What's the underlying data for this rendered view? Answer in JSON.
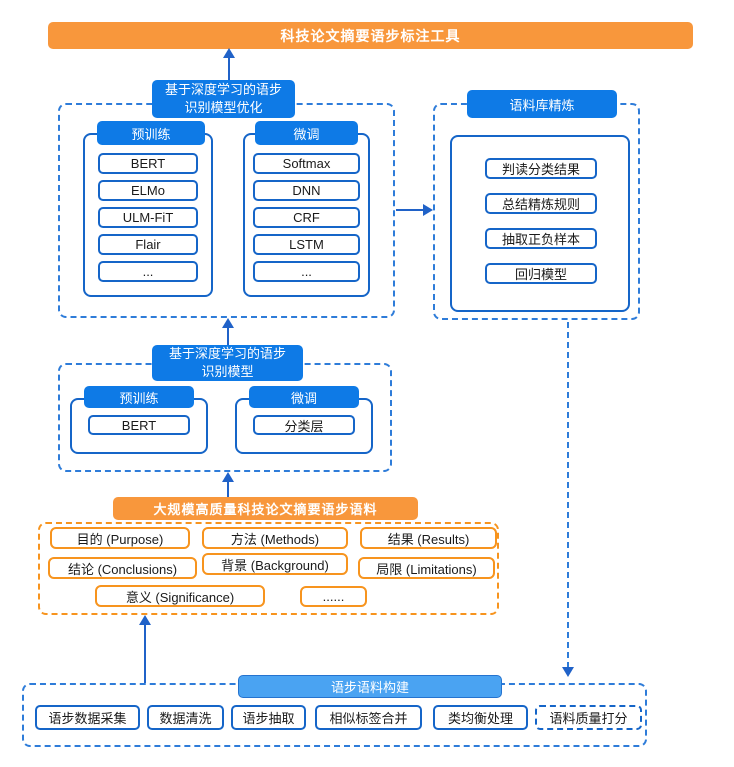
{
  "colors": {
    "blue": "#0e7ae6",
    "blue_light": "#4aa3f2",
    "blue_border": "#1565c8",
    "blue_dashed": "#2e7cd9",
    "arrow_blue": "#2062c8",
    "orange": "#f8973c",
    "orange_border": "#f7941e",
    "text": "#1a1a1a"
  },
  "top_banner": {
    "label": "科技论文摘要语步标注工具"
  },
  "optimization": {
    "title_line1": "基于深度学习的语步",
    "title_line2": "识别模型优化",
    "pretrain": {
      "header": "预训练",
      "items": [
        "BERT",
        "ELMo",
        "ULM-FiT",
        "Flair",
        "..."
      ]
    },
    "finetune": {
      "header": "微调",
      "items": [
        "Softmax",
        "DNN",
        "CRF",
        "LSTM",
        "..."
      ]
    }
  },
  "refinement": {
    "header": "语料库精炼",
    "items": [
      "判读分类结果",
      "总结精炼规则",
      "抽取正负样本",
      "回归模型"
    ]
  },
  "base_model": {
    "title_line1": "基于深度学习的语步",
    "title_line2": "识别模型",
    "pretrain": {
      "header": "预训练",
      "items": [
        "BERT"
      ]
    },
    "finetune": {
      "header": "微调",
      "items": [
        "分类层"
      ]
    }
  },
  "corpus": {
    "banner": "大规模高质量科技论文摘要语步语料",
    "items": [
      "目的 (Purpose)",
      "方法 (Methods)",
      "结果 (Results)",
      "结论 (Conclusions)",
      "背景 (Background)",
      "局限 (Limitations)",
      "意义 (Significance)",
      "......"
    ]
  },
  "construction": {
    "banner": "语步语料构建",
    "items": [
      "语步数据采集",
      "数据清洗",
      "语步抽取",
      "相似标签合并",
      "类均衡处理",
      "语料质量打分"
    ]
  }
}
